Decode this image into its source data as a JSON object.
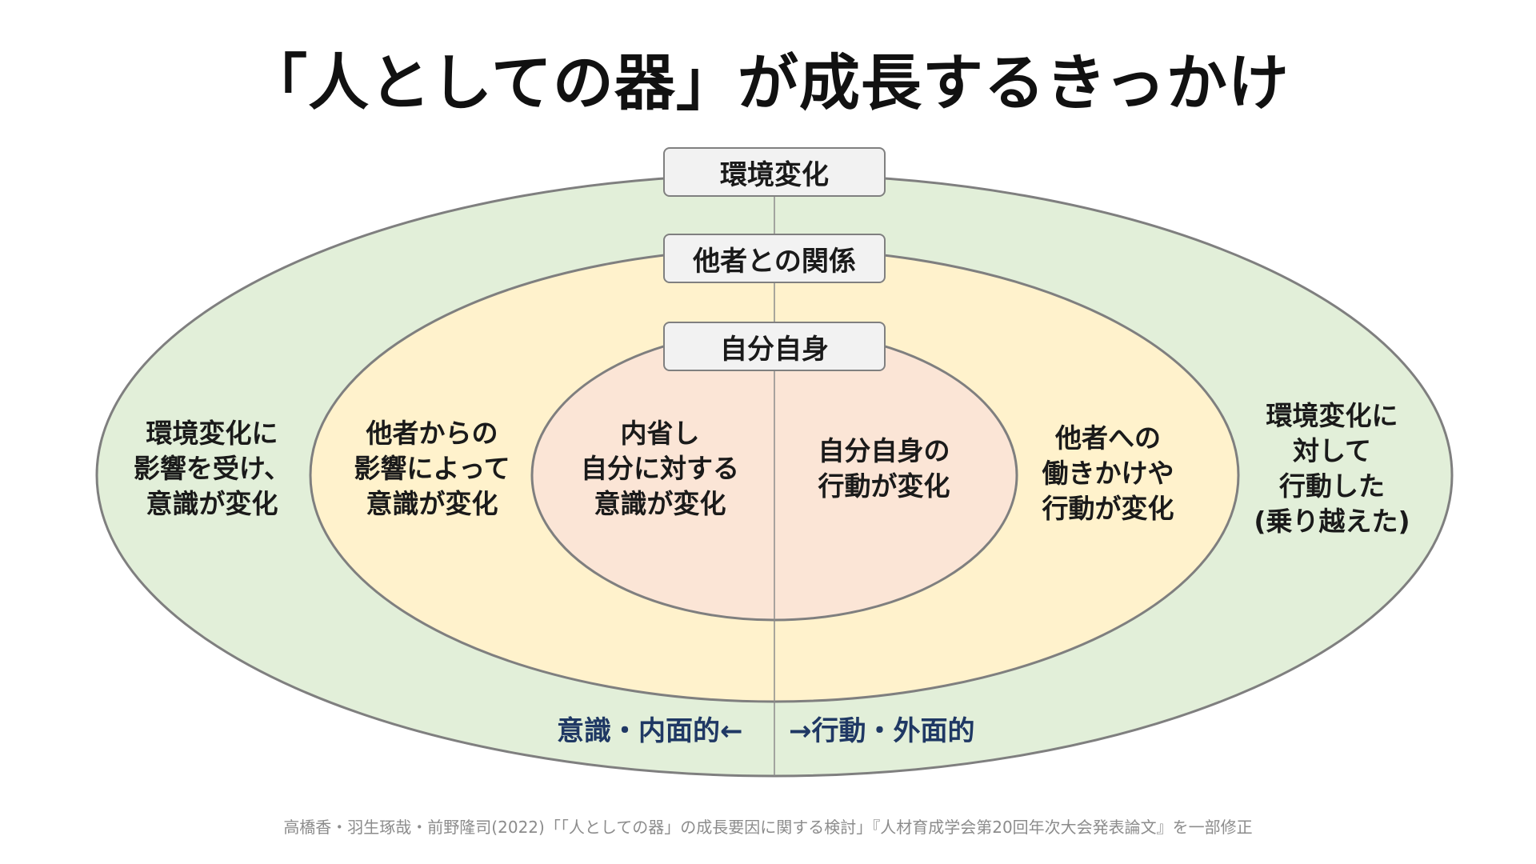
{
  "title": "「人としての器」が成長するきっかけ",
  "layers": {
    "outer": {
      "label": "環境変化",
      "fill": "#e2efd9"
    },
    "middle": {
      "label": "他者との関係",
      "fill": "#fff2cc"
    },
    "inner": {
      "label": "自分自身",
      "fill": "#fbe5d6"
    }
  },
  "zones": {
    "outer_left": "環境変化に\n影響を受け、\n意識が変化",
    "middle_left": "他者からの\n影響によって\n意識が変化",
    "inner_left": "内省し\n自分に対する\n意識が変化",
    "inner_right": "自分自身の\n行動が変化",
    "middle_right": "他者への\n働きかけや\n行動が変化",
    "outer_right": "環境変化に\n対して\n行動した\n(乗り越えた)"
  },
  "axis": {
    "left": "意識・内面的←",
    "right": "→行動・外面的",
    "color": "#1f3864"
  },
  "citation": "高橋香・羽生琢哉・前野隆司(2022)「「人としての器」の成長要因に関する検討」『人材育成学会第20回年次大会発表論文』を一部修正",
  "colors": {
    "ellipse_stroke": "#7f7f7f",
    "label_box_fill": "#f2f2f2",
    "divider": "#8c8c8c"
  }
}
